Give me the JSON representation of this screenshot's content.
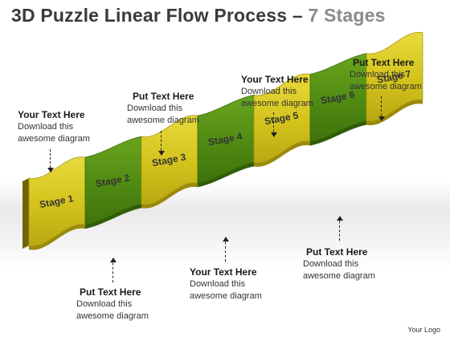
{
  "title": {
    "main": "3D Puzzle Linear Flow Process –",
    "accent": "7 Stages"
  },
  "colors": {
    "yellow": "#d3c21b",
    "yellow_light": "#e6d838",
    "yellow_dark": "#9a8a0c",
    "green": "#4f8a12",
    "green_light": "#6aa51f",
    "green_dark": "#325d08"
  },
  "stages": [
    {
      "label": "Stage 1",
      "color": "yellow"
    },
    {
      "label": "Stage 2",
      "color": "green"
    },
    {
      "label": "Stage 3",
      "color": "yellow"
    },
    {
      "label": "Stage 4",
      "color": "green"
    },
    {
      "label": "Stage 5",
      "color": "yellow"
    },
    {
      "label": "Stage 6",
      "color": "green"
    },
    {
      "label": "Stage 7",
      "color": "yellow"
    }
  ],
  "callouts": [
    {
      "title": "Your Text Here",
      "text": "Download this\nawesome diagram"
    },
    {
      "title": "Put Text Here",
      "text": "Download this\nawesome diagram"
    },
    {
      "title": "Put Text Here",
      "text": "Download this\nawesome diagram"
    },
    {
      "title": "Your Text Here",
      "text": "Download this\nawesome diagram"
    },
    {
      "title": "Your Text Here",
      "text": "Download this\nawesome diagram"
    },
    {
      "title": "Put Text Here",
      "text": "Download this\nawesome diagram"
    },
    {
      "title": "Put Text Here",
      "text": "Download this\nawesome diagram"
    }
  ],
  "footer": "Your Logo"
}
